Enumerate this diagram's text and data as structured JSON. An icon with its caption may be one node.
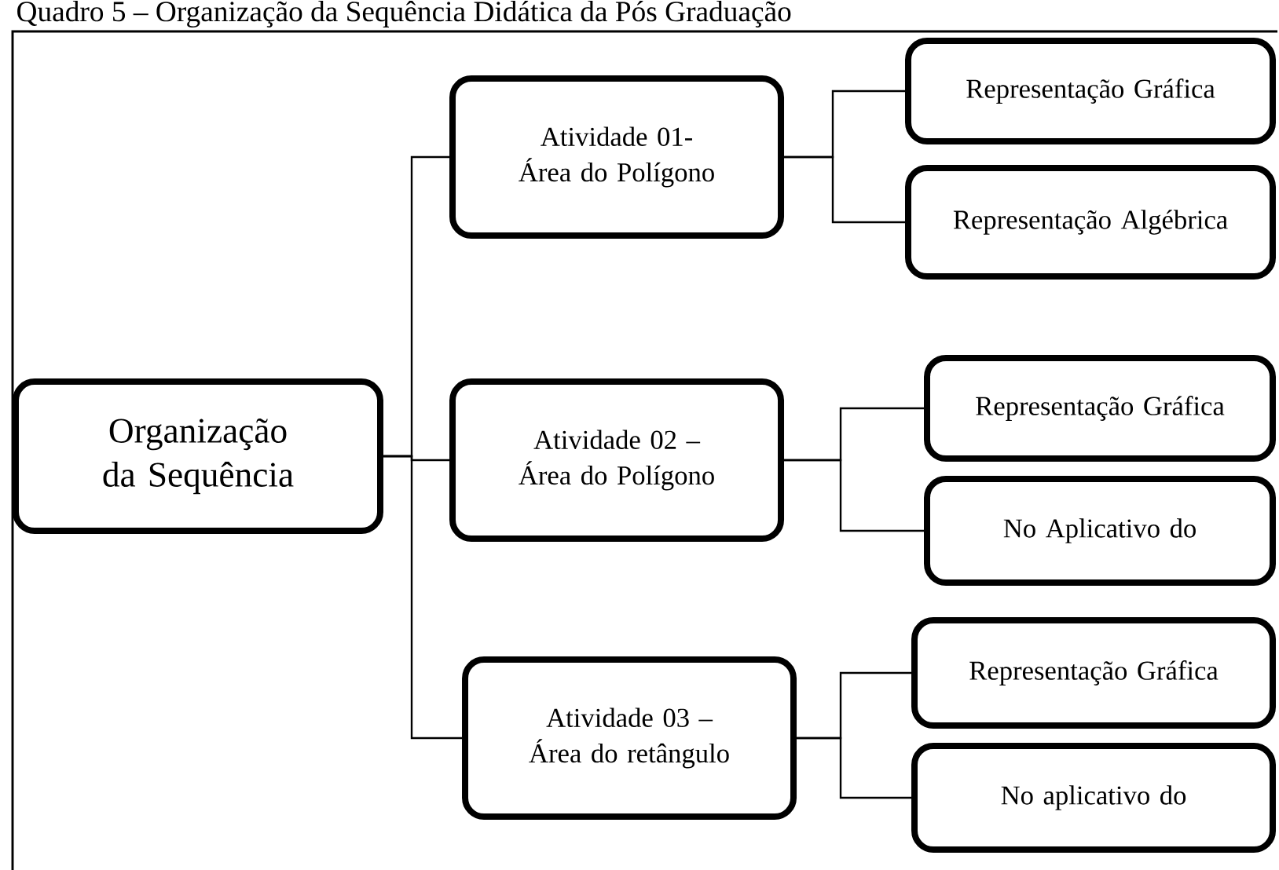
{
  "diagram": {
    "title": "Quadro 5 – Organização da Sequência Didática da Pós Graduação",
    "nodes": [
      {
        "text": [
          "Organização da Sequência"
        ]
      },
      {
        "text": [
          "Atividade 01- Área do Polígono"
        ]
      },
      {
        "text": [
          "Representação Gráfica"
        ]
      },
      {
        "text": [
          "Representação Algébrica"
        ]
      },
      {
        "text": [
          "Atividade 02 – Área do Polígono"
        ]
      },
      {
        "text": [
          "Representação Gráfica"
        ]
      },
      {
        "text": [
          "No Aplicativo do"
        ]
      },
      {
        "text": [
          "Atividade 03 – Área do retângulo"
        ]
      },
      {
        "text": [
          "Representação Gráfica"
        ]
      },
      {
        "text": [
          "No aplicativo do"
        ]
      }
    ],
    "edges": [
      {
        "from": 0,
        "to": 1,
        "arrow": "none"
      },
      {
        "from": 0,
        "to": 4,
        "arrow": "none"
      },
      {
        "from": 0,
        "to": 7,
        "arrow": "none"
      },
      {
        "from": 1,
        "to": 2,
        "arrow": "none"
      },
      {
        "from": 1,
        "to": 3,
        "arrow": "none"
      },
      {
        "from": 4,
        "to": 5,
        "arrow": "none"
      },
      {
        "from": 4,
        "to": 6,
        "arrow": "none"
      },
      {
        "from": 7,
        "to": 8,
        "arrow": "none"
      },
      {
        "from": 7,
        "to": 9,
        "arrow": "none"
      }
    ]
  }
}
